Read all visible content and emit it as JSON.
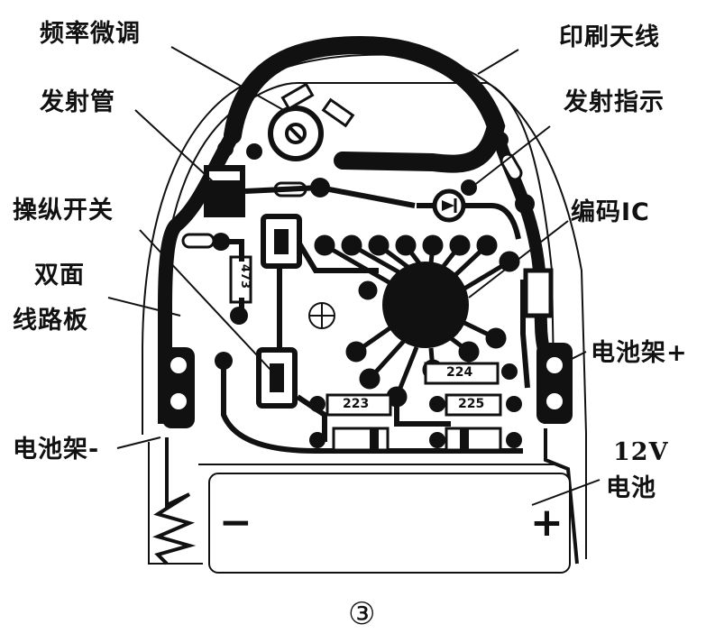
{
  "labels": {
    "freq_tune": "频率微调",
    "printed_antenna": "印刷天线",
    "transmit_tube": "发射管",
    "transmit_indicator": "发射指示",
    "control_switch": "操纵开关",
    "encoder_ic": "编码IC",
    "double_sided_line1": "双面",
    "double_sided_line2": "线路板",
    "battery_holder_pos": "电池架+",
    "battery_holder_neg": "电池架-",
    "battery_line1": "12V",
    "battery_line2": "电池"
  },
  "components": {
    "r473": "473",
    "r224": "224",
    "r223": "223",
    "r225": "225"
  },
  "battery_terminals": {
    "minus": "−",
    "plus": "+"
  },
  "figure_number": "③"
}
